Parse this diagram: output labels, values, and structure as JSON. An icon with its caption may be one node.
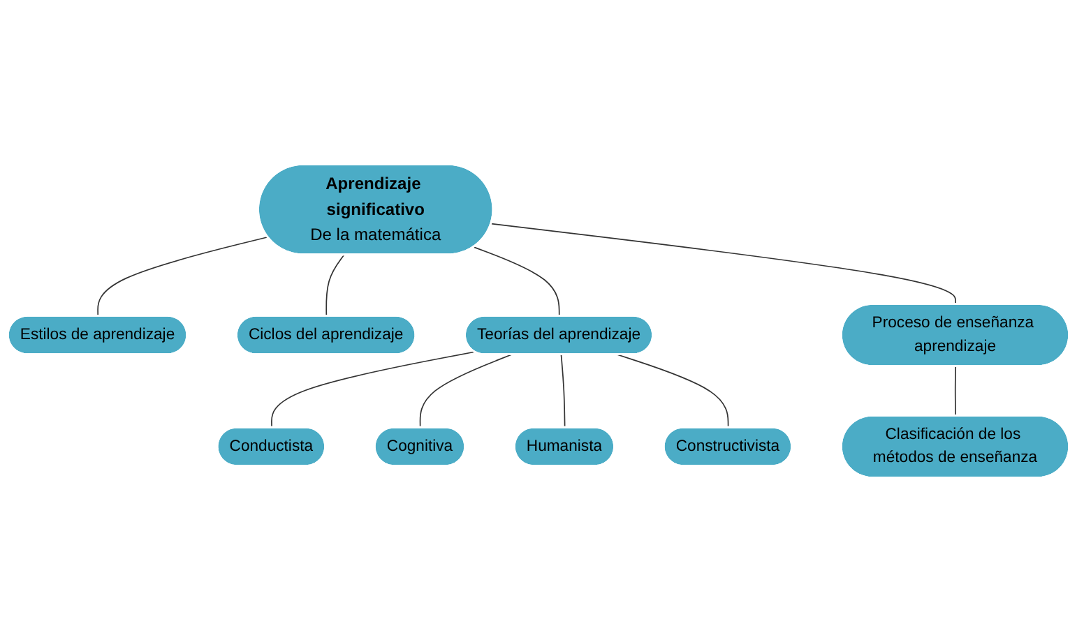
{
  "diagram": {
    "nodes": [
      {
        "text": [
          "Aprendizaje significativo",
          "De la matemática"
        ]
      },
      {
        "text": [
          "Estilos de aprendizaje"
        ]
      },
      {
        "text": [
          "Ciclos del aprendizaje"
        ]
      },
      {
        "text": [
          "Conductista"
        ]
      },
      {
        "text": [
          "Cognitiva"
        ]
      },
      {
        "text": [
          "Humanista"
        ]
      },
      {
        "text": [
          "Teorías del aprendizaje"
        ]
      },
      {
        "text": [
          "Constructivista"
        ]
      },
      {
        "text": [
          "Proceso de enseñanza aprendizaje"
        ]
      },
      {
        "text": [
          "Clasificación de los métodos de enseñanza"
        ]
      }
    ],
    "edges": [
      {
        "from": 0,
        "to": 1,
        "arrow": "none"
      },
      {
        "from": 0,
        "to": 2,
        "arrow": "none"
      },
      {
        "from": 0,
        "to": 6,
        "arrow": "none"
      },
      {
        "from": 0,
        "to": 8,
        "arrow": "none"
      },
      {
        "from": 6,
        "to": 3,
        "arrow": "none"
      },
      {
        "from": 6,
        "to": 4,
        "arrow": "none"
      },
      {
        "from": 6,
        "to": 5,
        "arrow": "none"
      },
      {
        "from": 6,
        "to": 7,
        "arrow": "none"
      },
      {
        "from": 8,
        "to": 9,
        "arrow": "none"
      }
    ]
  }
}
